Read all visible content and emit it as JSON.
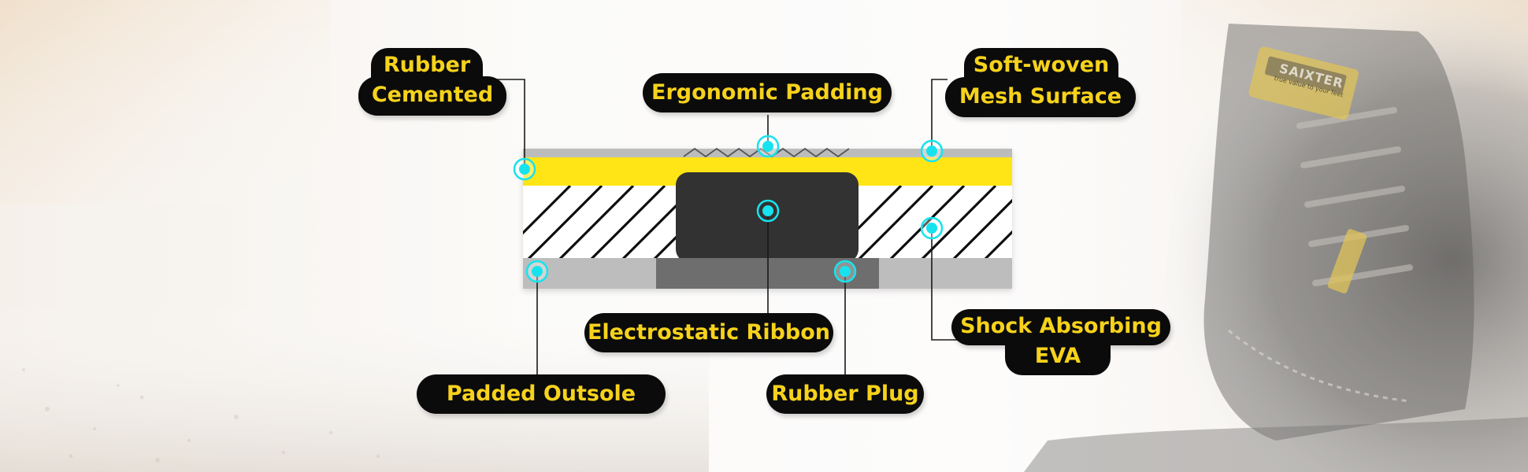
{
  "labels": {
    "rubber_cemented": [
      "Rubber",
      "Cemented"
    ],
    "ergonomic_padding": "Ergonomic Padding",
    "soft_woven_mesh": [
      "Soft-woven",
      "Mesh Surface"
    ],
    "shock_absorbing_eva": [
      "Shock Absorbing",
      "EVA"
    ],
    "electrostatic_ribbon": "Electrostatic Ribbon",
    "padded_outsole": "Padded Outsole",
    "rubber_plug": "Rubber Plug"
  },
  "boot_tag": {
    "brand": "SAIXTER",
    "slogan": "true value to your feet"
  },
  "colors": {
    "label_bg": "#0b0b0b",
    "label_text": "#f6d21b",
    "accent_yellow": "#ffe519",
    "marker": "#17e3ee",
    "insert": "#333333",
    "outsole_light": "#bdbdbd",
    "outsole_dark": "#6e6e6e",
    "top_layer": "#bcbcbc"
  }
}
